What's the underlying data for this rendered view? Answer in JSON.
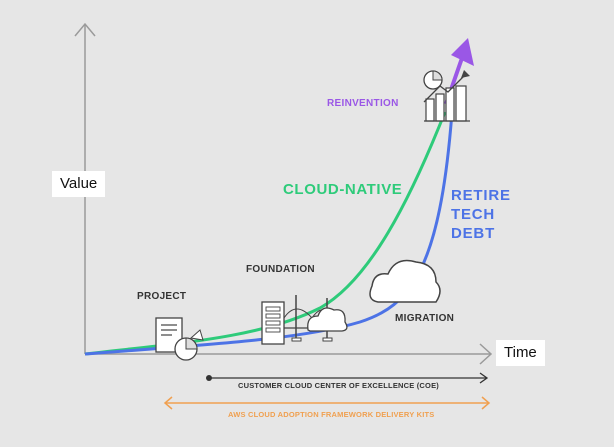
{
  "axes": {
    "y_label": "Value",
    "x_label": "Time"
  },
  "stages": {
    "project": "PROJECT",
    "foundation": "FOUNDATION",
    "migration": "MIGRATION",
    "reinvention": "REINVENTION"
  },
  "curves": {
    "cloud_native": "CLOUD-NATIVE",
    "retire_tech_debt": "RETIRE TECH DEBT"
  },
  "bars": {
    "coe": "CUSTOMER CLOUD CENTER OF EXCELLENCE (COE)",
    "kits": "AWS CLOUD ADOPTION FRAMEWORK DELIVERY KITS"
  },
  "colors": {
    "green": "#2ecb7a",
    "blue": "#4d73e6",
    "purple": "#9a57e6",
    "orange": "#f0a050",
    "axis": "#9a9a9a"
  },
  "icons": [
    "document-chart-icon",
    "building-bridge-cloud-icon",
    "cloud-icon",
    "growth-chart-icon"
  ]
}
